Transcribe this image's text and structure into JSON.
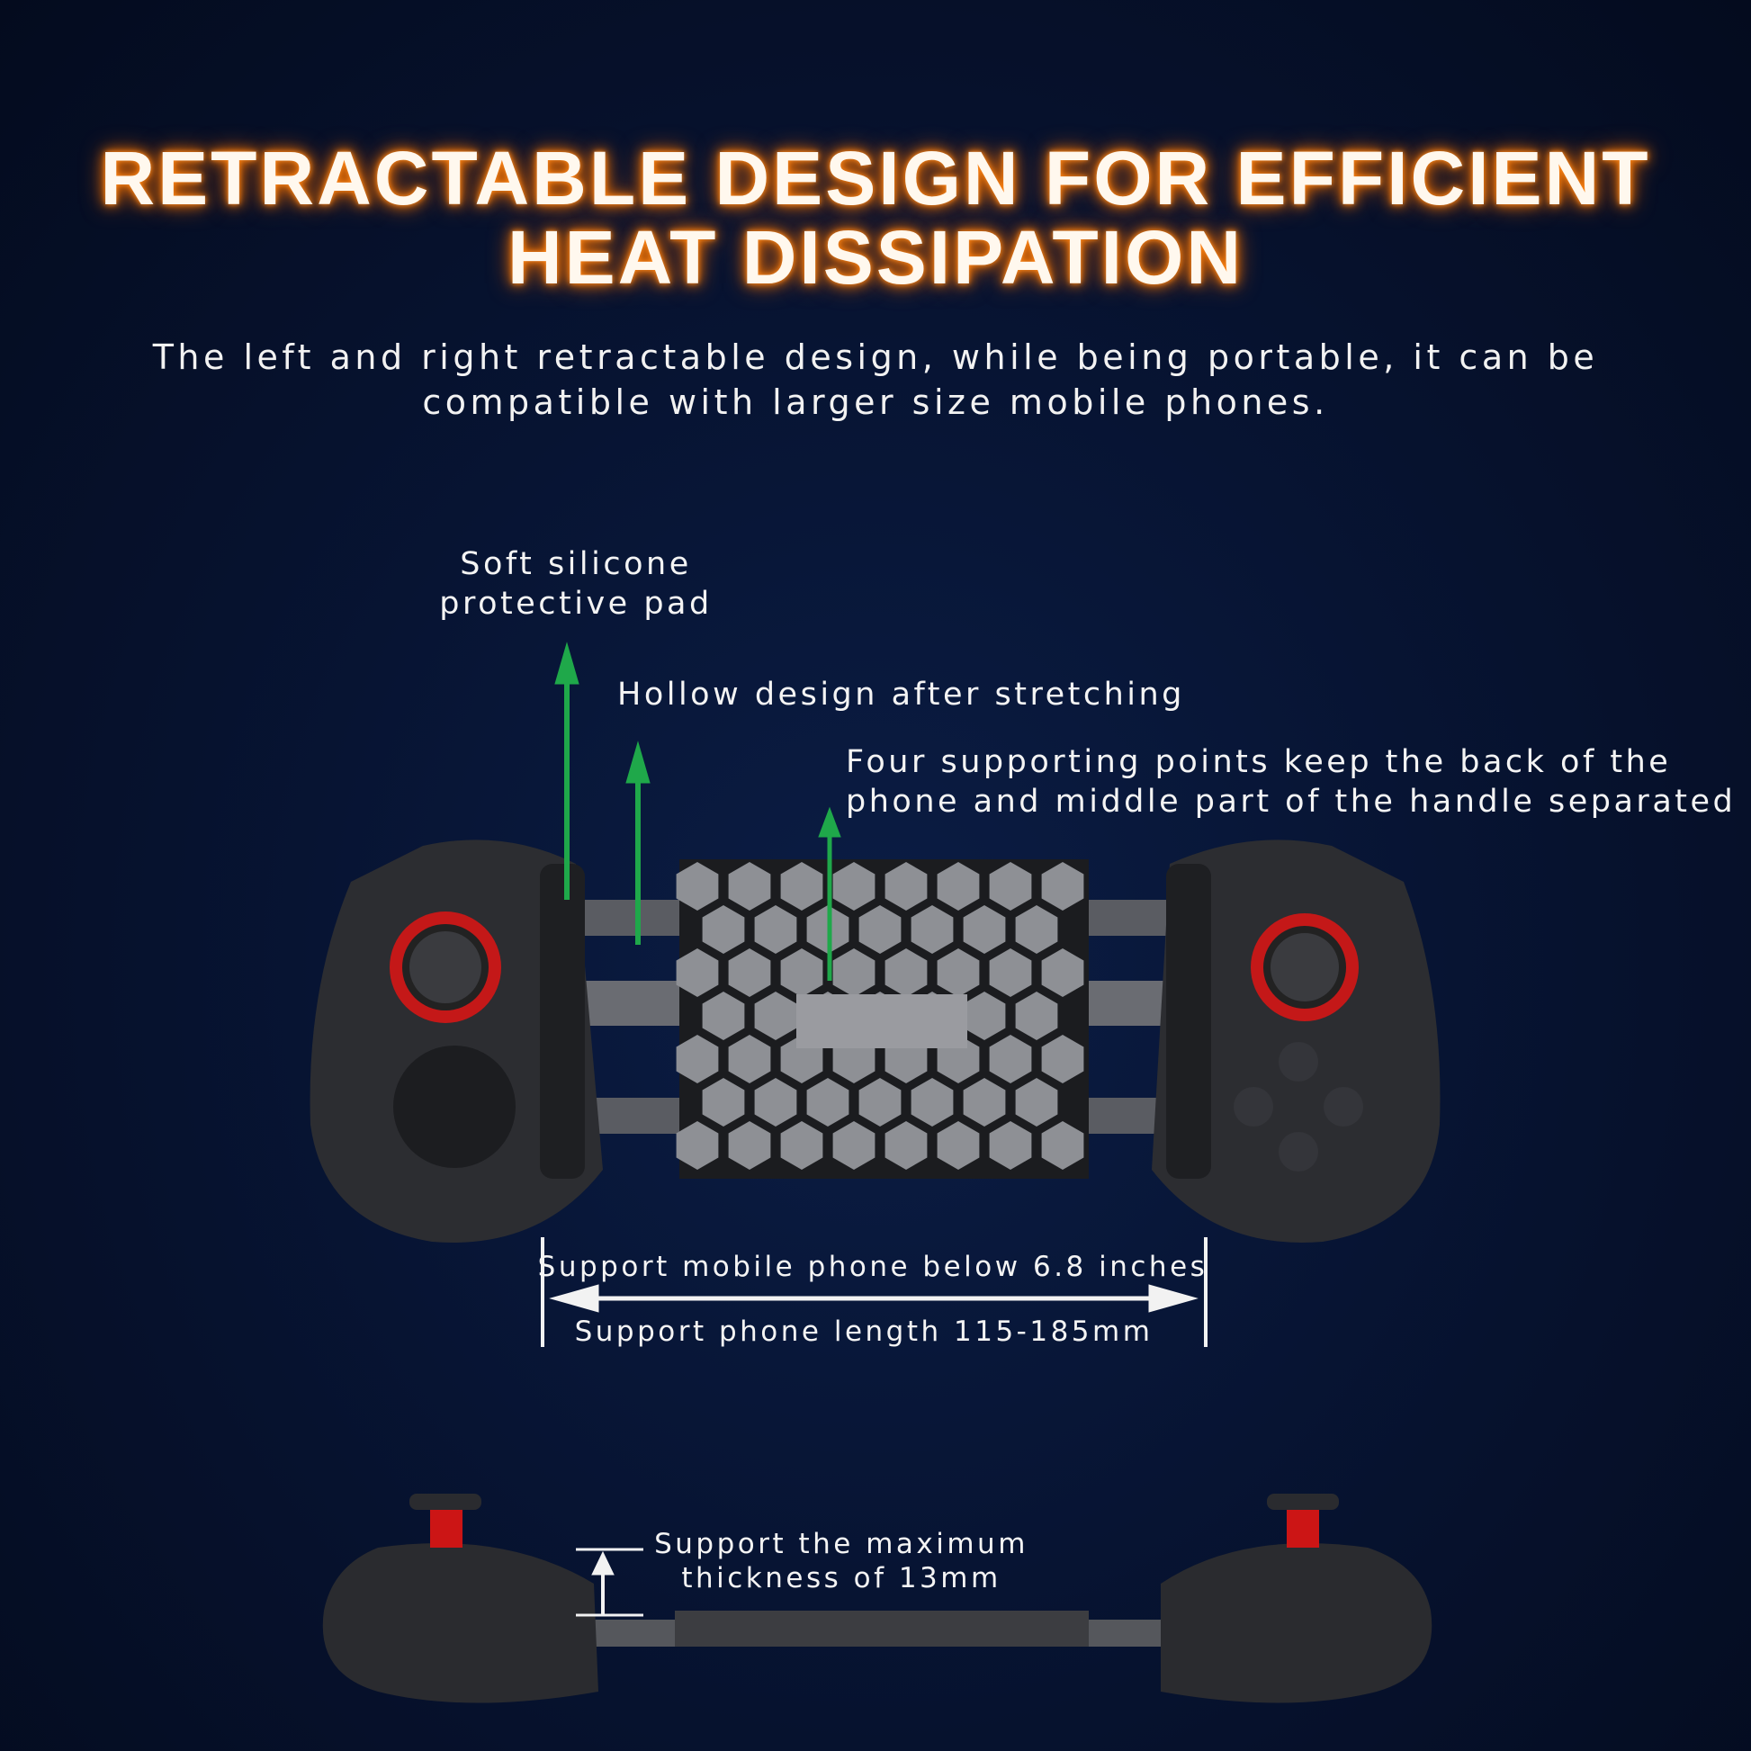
{
  "title": {
    "line1": "RETRACTABLE DESIGN FOR EFFICIENT",
    "line2": "HEAT DISSIPATION"
  },
  "subtitle": {
    "line1": "The left and right retractable design, while being portable, it can be",
    "line2": "compatible with larger size mobile phones."
  },
  "callouts": {
    "silicone": {
      "line1": "Soft silicone",
      "line2": "protective pad"
    },
    "hollow": "Hollow design after stretching",
    "support_points": {
      "line1": "Four supporting points keep the back of the",
      "line2": "phone and middle part of the handle separated"
    }
  },
  "dimensions": {
    "screen_size": "Support mobile phone below 6.8 inches",
    "length": "Support phone length 115-185mm",
    "thickness": {
      "line1": "Support the maximum",
      "line2": "thickness of 13mm"
    }
  },
  "colors": {
    "glow": "#ff7a00",
    "arrow": "#1fa84a",
    "stick_ring": "#d01515"
  }
}
